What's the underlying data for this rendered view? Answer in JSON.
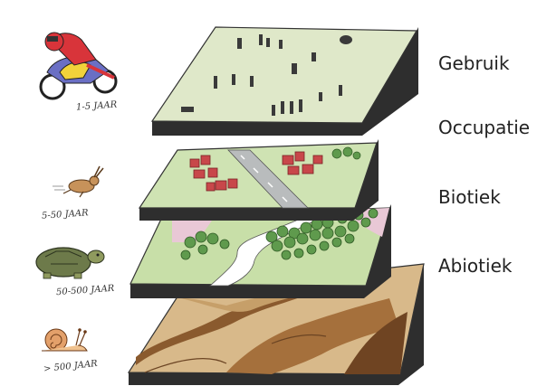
{
  "layers": [
    {
      "label": "Gebruik",
      "time": "1-5 JAAR",
      "icon": "motorbike-icon"
    },
    {
      "label": "Occupatie",
      "time": "5-50 JAAR",
      "icon": "hare-icon"
    },
    {
      "label": "Biotiek",
      "time": "50-500 JAAR",
      "icon": "tortoise-icon"
    },
    {
      "label": "Abiotiek",
      "time": "> 500 JAAR",
      "icon": "snail-icon"
    }
  ],
  "colors": {
    "slab_top_use": "#dfe8c9",
    "slab_top_occupation": "#cfe3b3",
    "slab_top_biotic": "#c8dfa8",
    "slab_side": "#2e2e2e",
    "road": "#b9bcbd",
    "red_buildings": "#c8474a",
    "trees": "#5f9a4d",
    "pink_patch": "#e9c8d6",
    "soil_light": "#d8b98a",
    "soil_dark": "#8a5a2e",
    "motorbike_red": "#d8343a",
    "motorbike_yellow": "#f1d23a",
    "motorbike_blue": "#6a6fc4"
  }
}
